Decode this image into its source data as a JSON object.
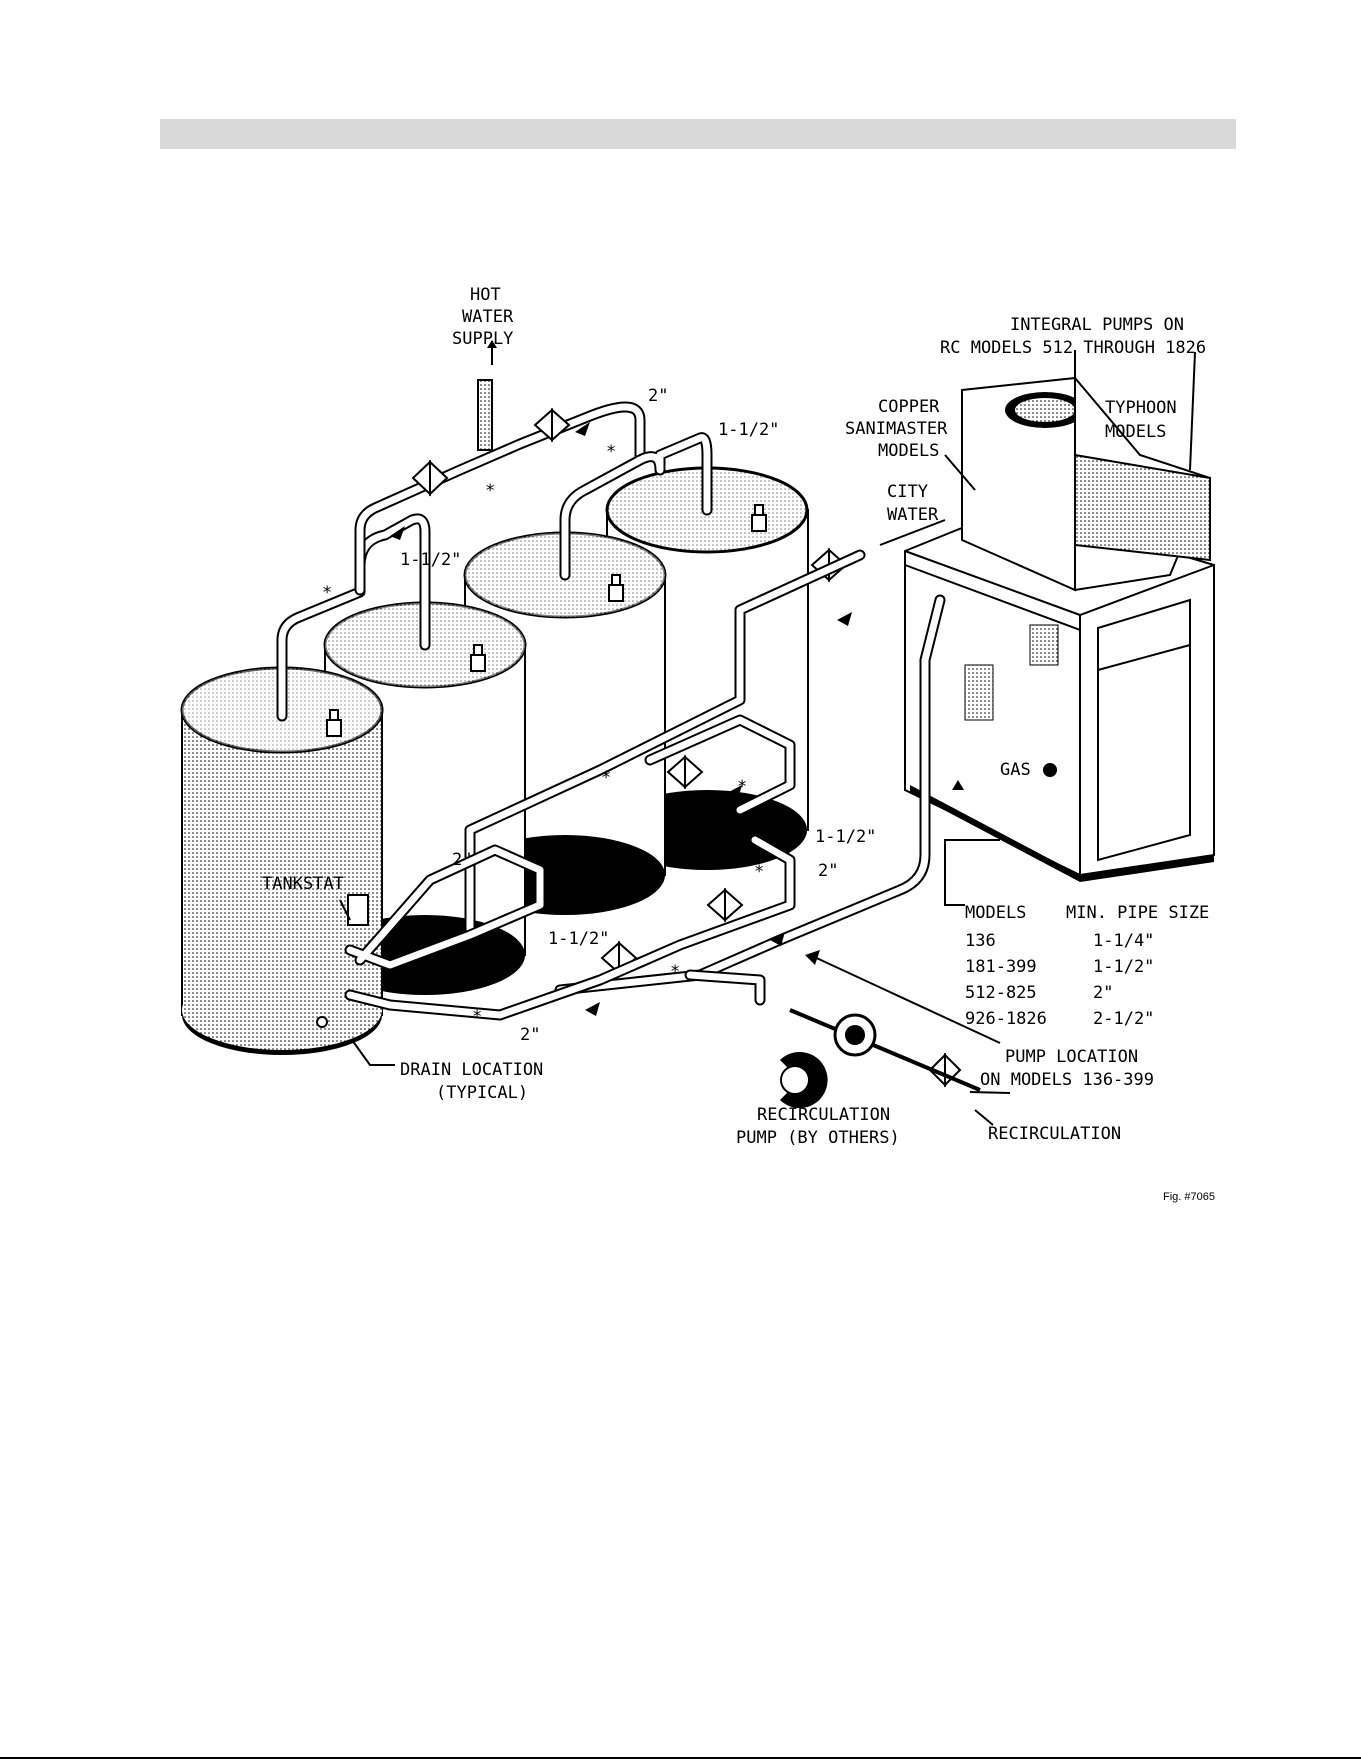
{
  "labels": {
    "hot_water_supply": [
      "HOT",
      "WATER",
      "SUPPLY"
    ],
    "integral_pumps": [
      "INTEGRAL PUMPS ON",
      "RC MODELS 512 THROUGH 1826"
    ],
    "copper_sanimaster": [
      "COPPER",
      "SANIMASTER",
      "MODELS"
    ],
    "typhoon_models": [
      "TYPHOON",
      "MODELS"
    ],
    "city_water": [
      "CITY",
      "WATER"
    ],
    "gas": "GAS",
    "tankstat": "TANKSTAT",
    "drain_location": [
      "DRAIN LOCATION",
      "(TYPICAL)"
    ],
    "recirculation_pump": [
      "RECIRCULATION",
      "PUMP (BY OTHERS)"
    ],
    "pump_location": [
      "PUMP LOCATION",
      "ON MODELS 136-399"
    ],
    "recirculation": "RECIRCULATION",
    "figure_number": "Fig. #7065"
  },
  "pipe_sizes": {
    "s2_top": "2\"",
    "s112_top_right": "1-1/2\"",
    "s112_top_left": "1-1/2\"",
    "s2_left": "2\"",
    "s112_mid_right": "1-1/2\"",
    "s2_mid_right": "2\"",
    "s112_bottom": "1-1/2\"",
    "s2_bottom": "2\""
  },
  "table": {
    "header_models": "MODELS",
    "header_size": "MIN. PIPE SIZE",
    "rows": [
      {
        "models": "136",
        "size": "1-1/4\""
      },
      {
        "models": "181-399",
        "size": "1-1/2\""
      },
      {
        "models": "512-825",
        "size": "2\""
      },
      {
        "models": "926-1826",
        "size": "2-1/2\""
      }
    ]
  },
  "asterisk": "*"
}
